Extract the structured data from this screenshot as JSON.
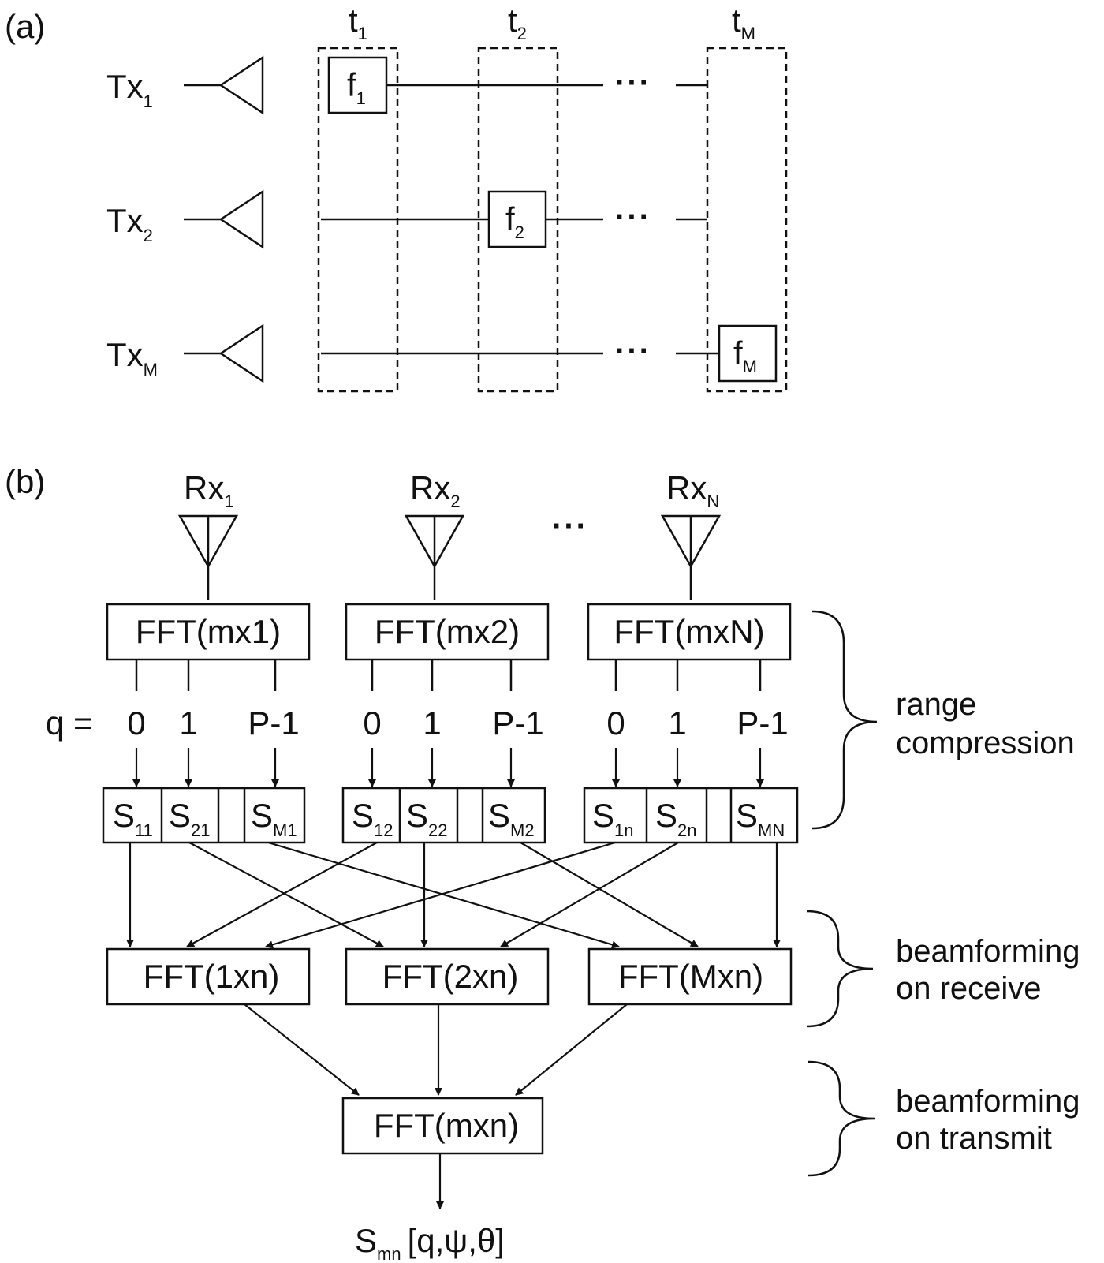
{
  "panel_a": {
    "label": "(a)",
    "time_slots": [
      {
        "main": "t",
        "sub": "1"
      },
      {
        "main": "t",
        "sub": "2"
      },
      {
        "main": "t",
        "sub": "M"
      }
    ],
    "transmitters": [
      {
        "main": "Tx",
        "sub": "1"
      },
      {
        "main": "Tx",
        "sub": "2"
      },
      {
        "main": "Tx",
        "sub": "M"
      }
    ],
    "frequencies": [
      {
        "main": "f",
        "sub": "1"
      },
      {
        "main": "f",
        "sub": "2"
      },
      {
        "main": "f",
        "sub": "M"
      }
    ],
    "ellipsis": "···"
  },
  "panel_b": {
    "label": "(b)",
    "receivers": [
      {
        "main": "Rx",
        "sub": "1"
      },
      {
        "main": "Rx",
        "sub": "2"
      },
      {
        "main": "Rx",
        "sub": "N"
      }
    ],
    "ellipsis": "···",
    "range_ffts": [
      "FFT(mx1)",
      "FFT(mx2)",
      "FFT(mxN)"
    ],
    "q_prefix": "q  =",
    "q_values": [
      "0",
      "1",
      "P-1"
    ],
    "sample_groups": [
      [
        {
          "main": "S",
          "sub": "11"
        },
        {
          "main": "S",
          "sub": "21"
        },
        {
          "main": "S",
          "sub": "M1"
        }
      ],
      [
        {
          "main": "S",
          "sub": "12"
        },
        {
          "main": "S",
          "sub": "22"
        },
        {
          "main": "S",
          "sub": "M2"
        }
      ],
      [
        {
          "main": "S",
          "sub": "1n"
        },
        {
          "main": "S",
          "sub": "2n"
        },
        {
          "main": "S",
          "sub": "MN"
        }
      ]
    ],
    "receive_ffts": [
      "FFT(1xn)",
      "FFT(2xn)",
      "FFT(Mxn)"
    ],
    "final_fft": "FFT(mxn)",
    "output": {
      "main": "S",
      "sub": "mn",
      "args": "[q,ψ,θ]"
    },
    "stages": [
      {
        "line1": "range",
        "line2": "compression"
      },
      {
        "line1": "beamforming",
        "line2": "on receive"
      },
      {
        "line1": "beamforming",
        "line2": "on transmit"
      }
    ]
  }
}
